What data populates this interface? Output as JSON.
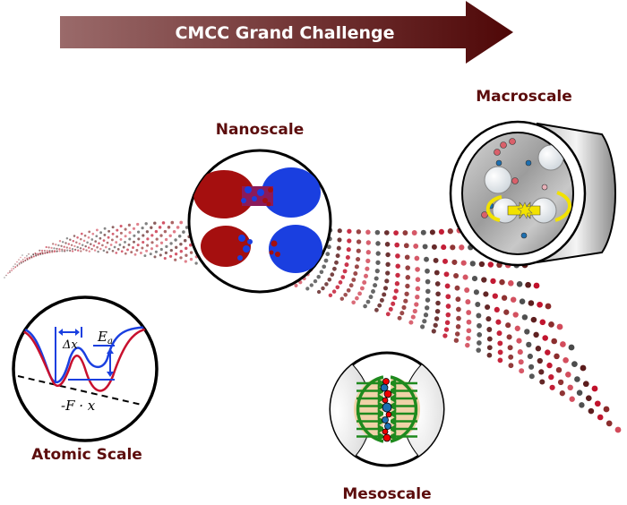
{
  "banner": {
    "title": "CMCC Grand Challenge",
    "gradient_start": "#9a6a6a",
    "gradient_end": "#4f0707"
  },
  "scales": {
    "atomic": {
      "label": "Atomic Scale",
      "annotations": {
        "delta_x": "Δx",
        "energy": "E",
        "energy_sub": "a",
        "force": "-F · x"
      }
    },
    "nano": {
      "label": "Nanoscale"
    },
    "meso": {
      "label": "Mesoscale"
    },
    "macro": {
      "label": "Macroscale"
    }
  },
  "colors": {
    "label": "#5c0d0d",
    "red": "#a50f0f",
    "blue": "#1a3fe0",
    "green": "#1e8a1e",
    "tan": "#f0d2a8",
    "yellow": "#f2e200",
    "dot_dark": "#4a4a4a",
    "dot_maroon": "#5a1a1a",
    "dot_red": "#c0102a"
  }
}
